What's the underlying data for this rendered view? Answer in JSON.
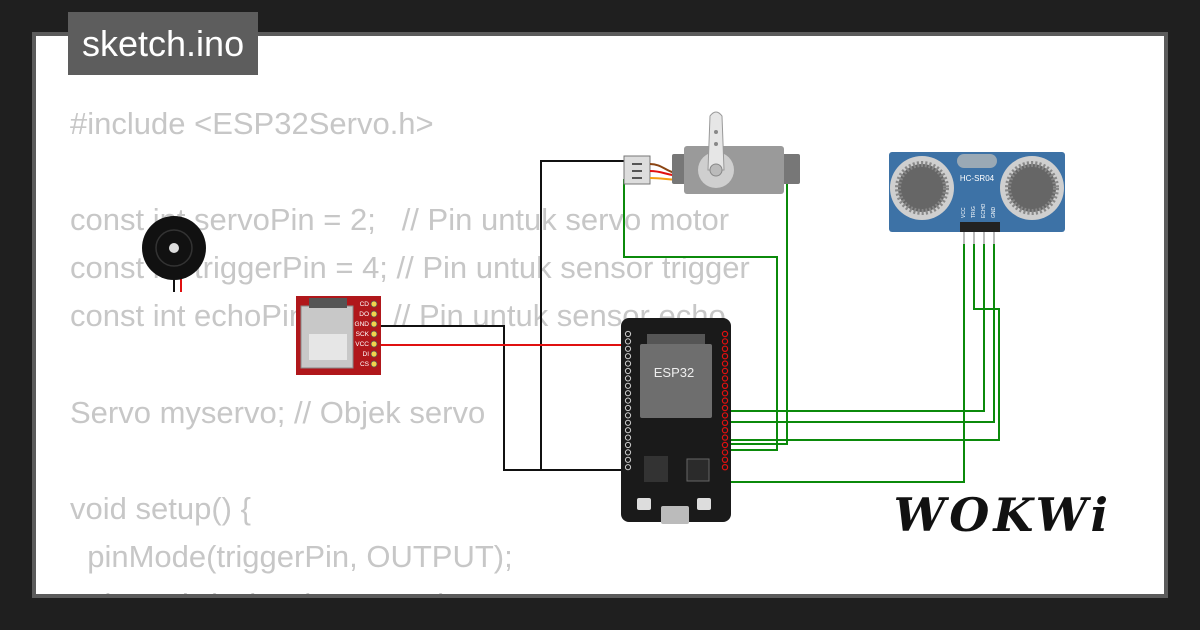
{
  "tab": {
    "title": "sketch.ino"
  },
  "code": {
    "lines": [
      "#include <ESP32Servo.h>",
      "",
      "const int servoPin = 2;   // Pin untuk servo motor",
      "const int triggerPin = 4; // Pin untuk sensor trigger",
      "const int echoPin = 5;   // Pin untuk sensor echo",
      "",
      "Servo myservo; // Objek servo",
      "",
      "void setup() {",
      "  pinMode(triggerPin, OUTPUT);",
      "  pinMode(echoPin, INPUT);"
    ]
  },
  "components": {
    "esp32_label": "ESP32",
    "sensor_label": "HC-SR04",
    "sensor_pins": [
      "VCC",
      "TRIG",
      "ECHO",
      "GND"
    ],
    "sd_pins": [
      "CD",
      "DO",
      "GND",
      "SCK",
      "VCC",
      "DI",
      "CS"
    ]
  },
  "branding": {
    "logo": "WOKWi"
  },
  "colors": {
    "background": "#1f1f1f",
    "card": "#ffffff",
    "tab": "#5d5d5d",
    "wire_green": "#0b8a0b",
    "wire_red": "#e01010",
    "wire_black": "#111111",
    "board": "#1a1a1a",
    "sensor": "#3d72a6",
    "sd_card": "#b0171b"
  }
}
